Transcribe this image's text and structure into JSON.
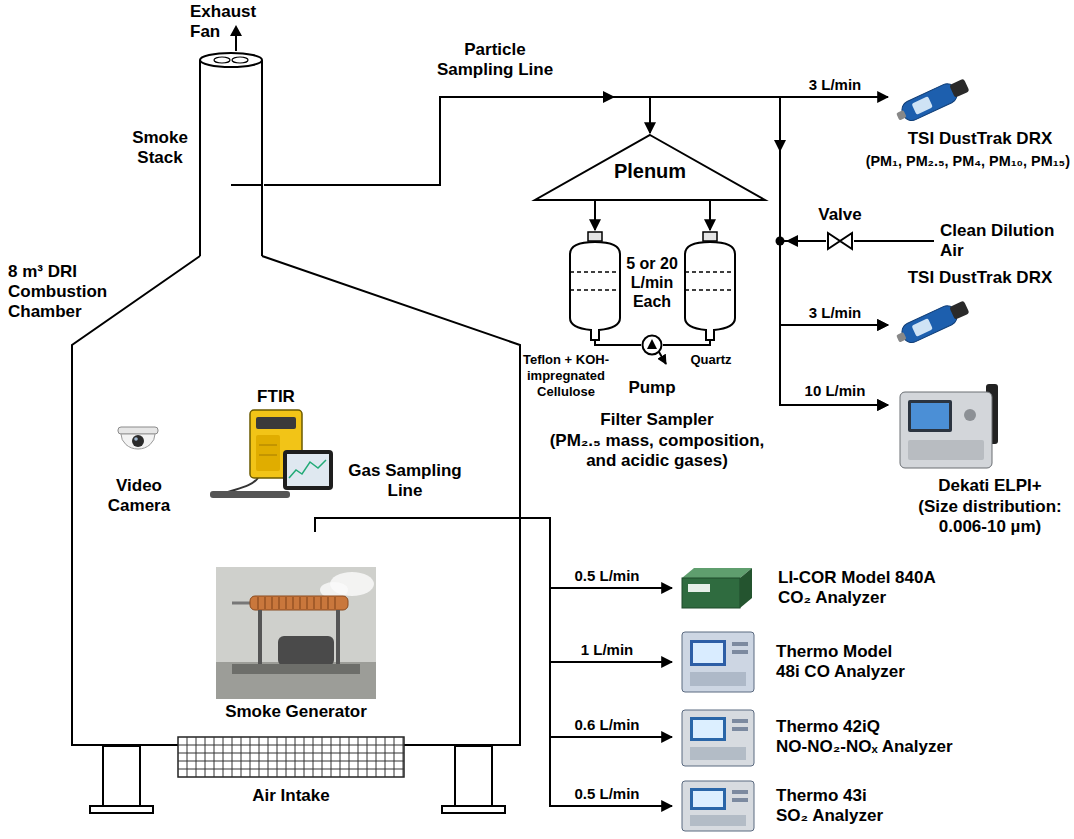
{
  "diagram": {
    "nodes": [
      {
        "text": [
          "Smoke Stack"
        ]
      },
      {
        "text": [
          "8 m³ DRI Combustion Chamber"
        ]
      },
      {
        "text": [
          "Video Camera"
        ],
        "in": 1
      },
      {
        "text": [
          "FTIR"
        ],
        "in": 1
      },
      {
        "text": [
          "Smoke Generator"
        ],
        "in": 1
      },
      {
        "text": [
          "Air Intake"
        ]
      },
      {
        "text": [
          "Plenum"
        ]
      },
      {
        "text": [
          "Teflon + KOH-impregnated Cellulose"
        ]
      },
      {
        "text": [
          "Quartz"
        ]
      },
      {
        "text": [
          "Pump"
        ]
      },
      {
        "text": [
          "TSI DustTrak DRX",
          "(PM₁, PM₂.₅, PM₄, PM₁₀, PM₁₅)"
        ]
      },
      {
        "text": [
          "Valve"
        ]
      },
      {
        "text": [
          "TSI DustTrak DRX"
        ]
      },
      {
        "text": [
          "Dekati ELPI+",
          "(Size distribution: 0.006-10 µm)"
        ]
      },
      {
        "text": [
          "LI-COR Model 840A CO₂ Analyzer"
        ]
      },
      {
        "text": [
          "Thermo Model 48i CO Analyzer"
        ]
      },
      {
        "text": [
          "Thermo 42iQ NO-NO₂-NOₓ Analyzer"
        ]
      },
      {
        "text": [
          "Thermo 43i SO₂ Analyzer"
        ]
      }
    ],
    "edges": [
      {
        "from": 0,
        "to": 6,
        "arrow": "to"
      },
      {
        "from": 0,
        "to": 10,
        "label": "3 L/min",
        "arrow": "to"
      },
      {
        "from": 0,
        "to": 12,
        "label": "3 L/min",
        "arrow": "to"
      },
      {
        "from": 0,
        "to": 13,
        "label": "10 L/min",
        "arrow": "to"
      },
      {
        "from": 11,
        "to": 12,
        "arrow": "to"
      },
      {
        "from": 11,
        "to": 13,
        "arrow": "to"
      },
      {
        "from": 6,
        "to": 7,
        "arrow": "to"
      },
      {
        "from": 6,
        "to": 8,
        "arrow": "to"
      },
      {
        "from": 7,
        "to": 9,
        "arrow": "none"
      },
      {
        "from": 8,
        "to": 9,
        "arrow": "none"
      },
      {
        "from": 1,
        "to": 14,
        "label": "0.5 L/min",
        "arrow": "to"
      },
      {
        "from": 1,
        "to": 15,
        "label": "1 L/min",
        "arrow": "to"
      },
      {
        "from": 1,
        "to": 16,
        "label": "0.6 L/min",
        "arrow": "to"
      },
      {
        "from": 1,
        "to": 17,
        "label": "0.5 L/min",
        "arrow": "to"
      }
    ],
    "labels": [
      "Exhaust Fan",
      "Particle Sampling Line",
      "5 or 20 L/min Each",
      "Filter Sampler",
      "(PM₂.₅ mass, composition, and acidic gases)",
      "Clean Dilution Air",
      "Gas Sampling Line"
    ]
  }
}
